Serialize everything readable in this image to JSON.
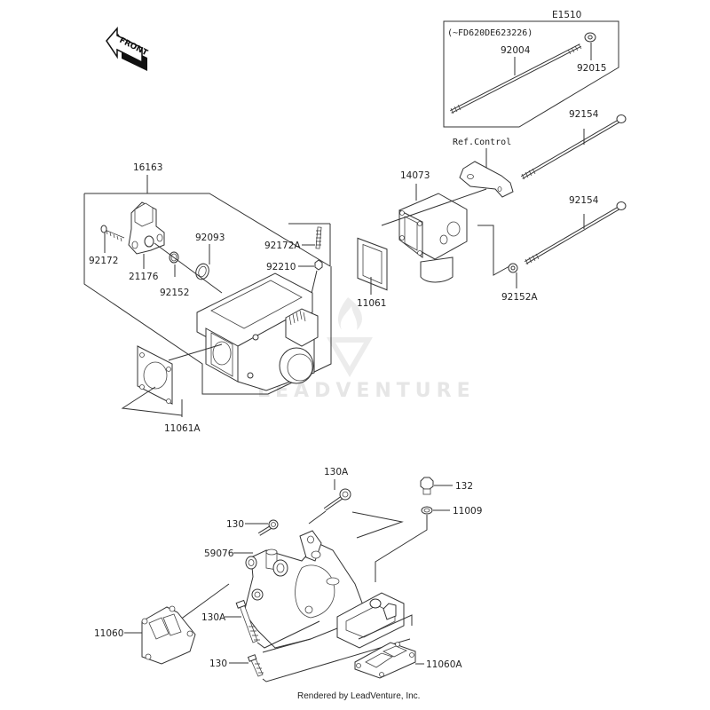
{
  "diagram": {
    "page_code": "E1510",
    "front_label": "FRONT",
    "serial_note": "(~FD620DE623226)",
    "ref_control": "Ref.Control",
    "credit": "Rendered by LeadVenture, Inc.",
    "watermark": "LEADVENTURE",
    "colors": {
      "line": "#333333",
      "watermark": "#e6e6e6",
      "background": "#ffffff"
    },
    "parts": {
      "p92004": "92004",
      "p92015": "92015",
      "p92154_top": "92154",
      "p92154_mid": "92154",
      "p92152A": "92152A",
      "p14073": "14073",
      "p16163": "16163",
      "p92093": "92093",
      "p92172": "92172",
      "p21176": "21176",
      "p92152": "92152",
      "p92172A": "92172A",
      "p92210": "92210",
      "p11061": "11061",
      "p11061A": "11061A",
      "p130A_top": "130A",
      "p132": "132",
      "p11009": "11009",
      "p130_top": "130",
      "p59076": "59076",
      "p130A_bot": "130A",
      "p11060": "11060",
      "p130_bot": "130",
      "p11060A": "11060A"
    }
  }
}
